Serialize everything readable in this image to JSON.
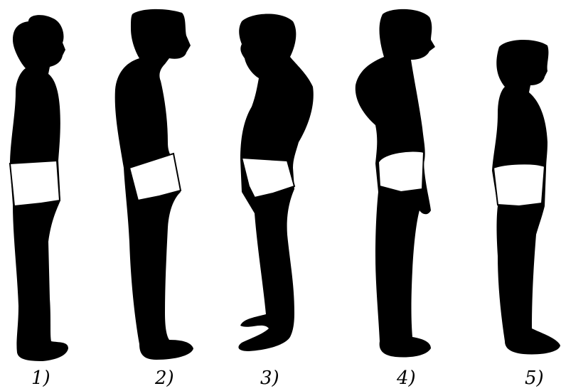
{
  "colors": {
    "background": "#ffffff",
    "silhouette": "#000000",
    "shorts": "#ffffff"
  },
  "figures": [
    {
      "label": "1)",
      "posture": "upright"
    },
    {
      "label": "2)",
      "posture": "forward-head"
    },
    {
      "label": "3)",
      "posture": "sway-back"
    },
    {
      "label": "4)",
      "posture": "kyphotic"
    },
    {
      "label": "5)",
      "posture": "flat-back"
    }
  ]
}
